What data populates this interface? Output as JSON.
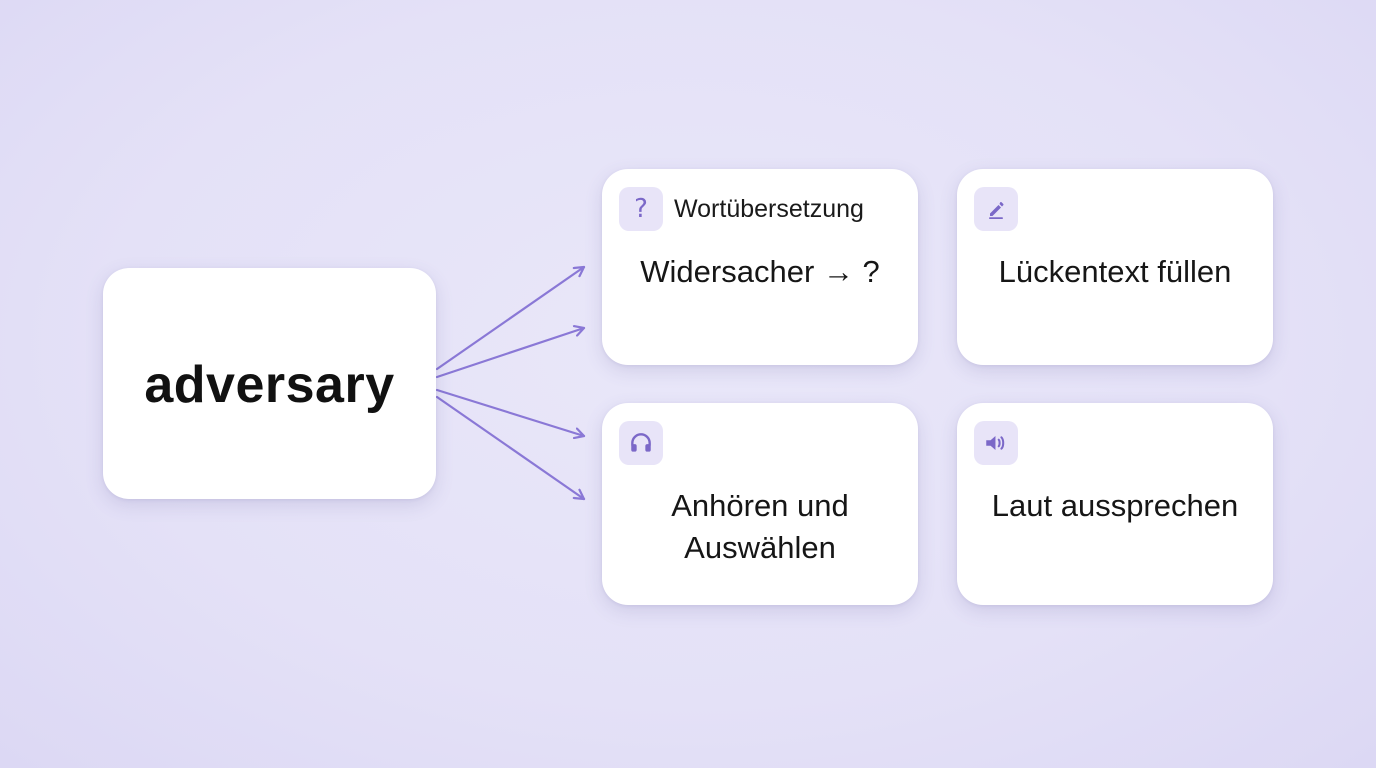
{
  "word": "adversary",
  "accent_color": "#7b68c8",
  "exercises": [
    {
      "id": "translation",
      "icon": "question-icon",
      "icon_glyph": "?",
      "header": "Wortübersetzung",
      "title": "Widersacher → ?"
    },
    {
      "id": "cloze",
      "icon": "pencil-icon",
      "header": "",
      "title": "Lückentext füllen"
    },
    {
      "id": "listen",
      "icon": "headphones-icon",
      "header": "",
      "title_line1": "Anhören und",
      "title_line2": "Auswählen"
    },
    {
      "id": "speak",
      "icon": "speaker-icon",
      "header": "",
      "title": "Laut aussprechen"
    }
  ]
}
